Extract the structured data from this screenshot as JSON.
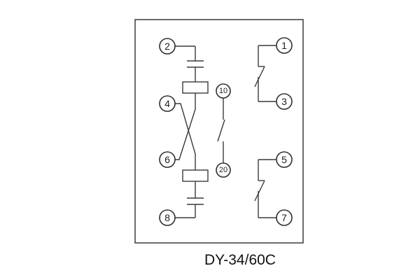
{
  "diagram": {
    "caption": "DY-34/60C",
    "terminals": {
      "t1": "1",
      "t2": "2",
      "t3": "3",
      "t4": "4",
      "t5": "5",
      "t6": "6",
      "t7": "7",
      "t8": "8",
      "t10": "10",
      "t20": "20"
    },
    "colors": {
      "line": "#3a3a3a",
      "text": "#1f1f1f",
      "background": "#ffffff"
    }
  }
}
